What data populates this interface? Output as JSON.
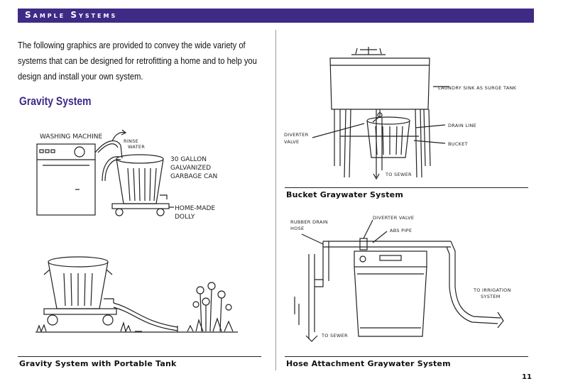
{
  "header": {
    "title": "Sample Systems"
  },
  "intro": {
    "text": "The following graphics are provided to convey the wide variety of systems that can be designed for retrofitting a home and to help you design and install your own system."
  },
  "gravity_section": {
    "heading": "Gravity System",
    "labels": {
      "washing_machine": "WASHING MACHINE",
      "rinse_water_1": "RINSE",
      "rinse_water_2": "WATER",
      "can_1": "30 GALLON",
      "can_2": "GALVANIZED",
      "can_3": "GARBAGE CAN",
      "dolly_1": "HOME-MADE",
      "dolly_2": "DOLLY"
    }
  },
  "bucket_section": {
    "caption": "Bucket Graywater System",
    "labels": {
      "laundry_sink": "LAUNDRY SINK AS SURGE TANK",
      "diverter_1": "DIVERTER",
      "diverter_2": "VALVE",
      "drain_line": "DRAIN LINE",
      "bucket": "BUCKET",
      "to_sewer": "TO SEWER"
    }
  },
  "portable_section": {
    "caption": "Gravity System with Portable Tank"
  },
  "hose_section": {
    "caption": "Hose Attachment Graywater System",
    "labels": {
      "rubber_drain_1": "RUBBER DRAIN",
      "rubber_drain_2": "HOSE",
      "diverter_valve": "DIVERTER VALVE",
      "abs_pipe": "ABS PIPE",
      "irrigation_1": "TO IRRIGATION",
      "irrigation_2": "SYSTEM",
      "to_sewer": "TO SEWER"
    }
  },
  "page": {
    "number": "11"
  },
  "colors": {
    "accent": "#3f2a86",
    "ink": "#222222"
  }
}
